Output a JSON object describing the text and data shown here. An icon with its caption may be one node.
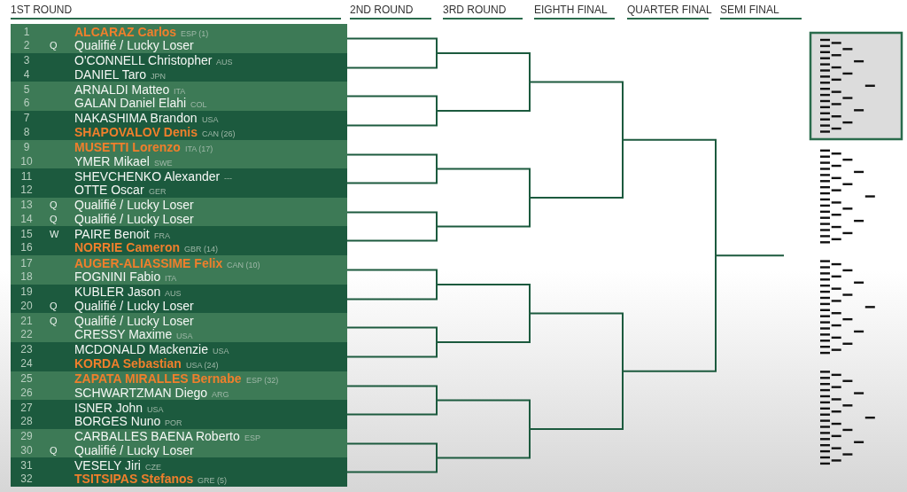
{
  "diagram": {
    "nodes": [
      {
        "text": [],
        "shape": "box"
      },
      {
        "text": [
          "1",
          "ALCARAZ Carlos",
          "ESP (1)"
        ],
        "in": 0
      },
      {
        "text": [
          "2",
          "Q",
          "Qualifié / Lucky Loser"
        ],
        "in": 0
      },
      {
        "text": [],
        "shape": "box"
      },
      {
        "text": [
          "3",
          "O'CONNELL Christopher",
          "AUS"
        ],
        "in": 3
      },
      {
        "text": [
          "4",
          "DANIEL Taro",
          "JPN"
        ],
        "in": 3
      },
      {
        "text": [],
        "shape": "box"
      },
      {
        "text": [
          "5",
          "ARNALDI Matteo",
          "ITA"
        ],
        "in": 6
      },
      {
        "text": [
          "6",
          "GALAN Daniel Elahi",
          "COL"
        ],
        "in": 6
      },
      {
        "text": [],
        "shape": "box"
      },
      {
        "text": [
          "7",
          "NAKASHIMA Brandon",
          "USA"
        ],
        "in": 9
      },
      {
        "text": [
          "8",
          "SHAPOVALOV Denis",
          "CAN (26)"
        ],
        "in": 9
      },
      {
        "text": [],
        "shape": "box"
      },
      {
        "text": [
          "9",
          "MUSETTI Lorenzo",
          "ITA (17)"
        ],
        "in": 12
      },
      {
        "text": [
          "10",
          "YMER Mikael",
          "SWE"
        ],
        "in": 12
      },
      {
        "text": [],
        "shape": "box"
      },
      {
        "text": [
          "11",
          "SHEVCHENKO Alexander",
          "---"
        ],
        "in": 15
      },
      {
        "text": [
          "12",
          "OTTE Oscar",
          "GER"
        ],
        "in": 15
      },
      {
        "text": [],
        "shape": "box"
      },
      {
        "text": [
          "13",
          "Q",
          "Qualifié / Lucky Loser"
        ],
        "in": 18
      },
      {
        "text": [
          "14",
          "Q",
          "Qualifié / Lucky Loser"
        ],
        "in": 18
      },
      {
        "text": [],
        "shape": "box"
      },
      {
        "text": [
          "15",
          "W",
          "PAIRE Benoit",
          "FRA"
        ],
        "in": 21
      },
      {
        "text": [
          "16",
          "NORRIE Cameron",
          "GBR (14)"
        ],
        "in": 21
      },
      {
        "text": [],
        "shape": "box"
      },
      {
        "text": [
          "17",
          "AUGER-ALIASSIME Felix",
          "CAN (10)"
        ],
        "in": 24
      },
      {
        "text": [
          "18",
          "FOGNINI Fabio",
          "ITA"
        ],
        "in": 24
      },
      {
        "text": [],
        "shape": "box"
      },
      {
        "text": [
          "19",
          "KUBLER Jason",
          "AUS"
        ],
        "in": 27
      },
      {
        "text": [
          "20",
          "Q",
          "Qualifié / Lucky Loser"
        ],
        "in": 27
      },
      {
        "text": [],
        "shape": "box"
      },
      {
        "text": [
          "21",
          "Q",
          "Qualifié / Lucky Loser"
        ],
        "in": 30
      },
      {
        "text": [
          "22",
          "CRESSY Maxime",
          "USA"
        ],
        "in": 30
      },
      {
        "text": [],
        "shape": "box"
      },
      {
        "text": [
          "23",
          "MCDONALD Mackenzie",
          "USA"
        ],
        "in": 33
      },
      {
        "text": [
          "24",
          "KORDA Sebastian",
          "USA (24)"
        ],
        "in": 33
      },
      {
        "text": [],
        "shape": "box"
      },
      {
        "text": [
          "25",
          "ZAPATA MIRALLES Bernabe",
          "ESP (32)"
        ],
        "in": 36
      },
      {
        "text": [
          "26",
          "SCHWARTZMAN Diego",
          "ARG"
        ],
        "in": 36
      },
      {
        "text": [],
        "shape": "box"
      },
      {
        "text": [
          "27",
          "ISNER John",
          "USA"
        ],
        "in": 39
      },
      {
        "text": [
          "28",
          "BORGES Nuno",
          "POR"
        ],
        "in": 39
      },
      {
        "text": [],
        "shape": "box"
      },
      {
        "text": [
          "29",
          "CARBALLES BAENA Roberto",
          "ESP"
        ],
        "in": 42
      },
      {
        "text": [
          "30",
          "Q",
          "Qualifié / Lucky Loser"
        ],
        "in": 42
      },
      {
        "text": [],
        "shape": "box"
      },
      {
        "text": [
          "31",
          "VESELY Jiri",
          "CZE"
        ],
        "in": 45
      },
      {
        "text": [
          "32",
          "TSITSIPAS Stefanos",
          "GRE (5)"
        ],
        "in": 45
      }
    ],
    "edges": [
      {
        "from": 0,
        "to": 3,
        "arrow": "none"
      },
      {
        "from": 6,
        "to": 9,
        "arrow": "none"
      },
      {
        "from": 12,
        "to": 15,
        "arrow": "none"
      },
      {
        "from": 18,
        "to": 21,
        "arrow": "none"
      },
      {
        "from": 24,
        "to": 27,
        "arrow": "none"
      },
      {
        "from": 30,
        "to": 33,
        "arrow": "none"
      },
      {
        "from": 36,
        "to": 39,
        "arrow": "none"
      },
      {
        "from": 42,
        "to": 45,
        "arrow": "none"
      }
    ],
    "labels": [
      "1ST ROUND",
      "2ND ROUND",
      "3RD ROUND",
      "EIGHTH FINAL",
      "QUARTER FINAL",
      "SEMI FINAL"
    ]
  }
}
